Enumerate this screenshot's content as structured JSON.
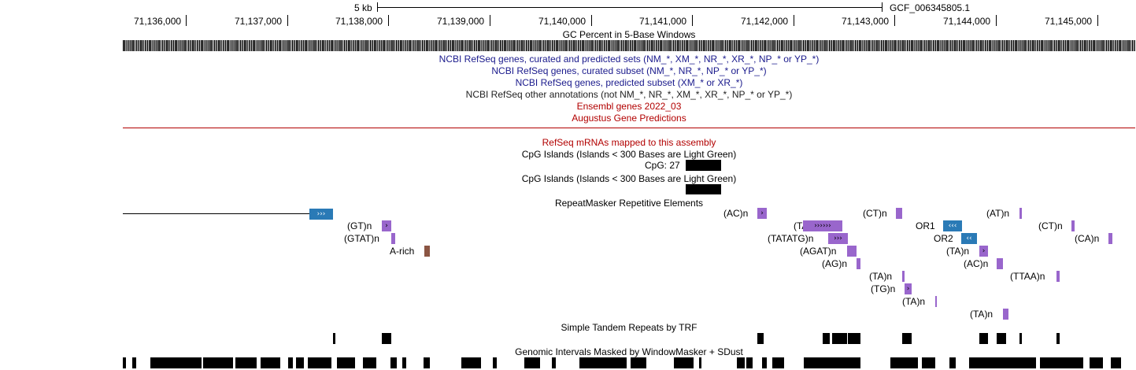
{
  "scale": {
    "label": "5 kb",
    "assembly": "GCF_006345805.1"
  },
  "ruler": {
    "ticks": [
      "71,136,000",
      "71,137,000",
      "71,138,000",
      "71,139,000",
      "71,140,000",
      "71,141,000",
      "71,142,000",
      "71,143,000",
      "71,144,000",
      "71,145,000"
    ]
  },
  "tracks": {
    "gc_percent": "GC Percent in 5-Base Windows",
    "refseq_all": "NCBI RefSeq genes, curated and predicted sets (NM_*, XM_*, NR_*, XR_*, NP_* or YP_*)",
    "refseq_curated": "NCBI RefSeq genes, curated subset (NM_*, NR_*, NP_* or YP_*)",
    "refseq_predicted": "NCBI RefSeq genes, predicted subset (XM_* or XR_*)",
    "refseq_other": "NCBI RefSeq other annotations (not NM_*, NR_*, XM_*, XR_*, NP_* or YP_*)",
    "ensembl": "Ensembl genes 2022_03",
    "augustus": "Augustus Gene Predictions",
    "refseq_mrna": "RefSeq mRNAs mapped to this assembly",
    "cpg1": "CpG Islands (Islands < 300 Bases are Light Green)",
    "cpg_item": "CpG: 27",
    "cpg2": "CpG Islands (Islands < 300 Bases are Light Green)",
    "repeatmasker": "RepeatMasker Repetitive Elements",
    "trf": "Simple Tandem Repeats by TRF",
    "windowmasker": "Genomic Intervals Masked by WindowMasker + SDust"
  },
  "repeats": {
    "gt": "(GT)n",
    "gtat": "(GTAT)n",
    "arich": "A-rich",
    "ac1": "(AC)n",
    "ta1": "(TA)n",
    "tatatg": "(TATATG)n",
    "agat": "(AGAT)n",
    "ag": "(AG)n",
    "ta2": "(TA)n",
    "tg": "(TG)n",
    "ta3": "(TA)n",
    "ct1": "(CT)n",
    "or1": "OR1",
    "or2": "OR2",
    "ta4": "(TA)n",
    "ac2": "(AC)n",
    "ta5": "(TA)n",
    "at": "(AT)n",
    "ttaa": "(TTAA)n",
    "ct2": "(CT)n",
    "ca": "(CA)n"
  },
  "colors": {
    "repeat_simple": "#9966cc",
    "repeat_dna": "#2a7ab6",
    "repeat_lowcomplex": "#8b5543",
    "separator": "#b20000"
  }
}
